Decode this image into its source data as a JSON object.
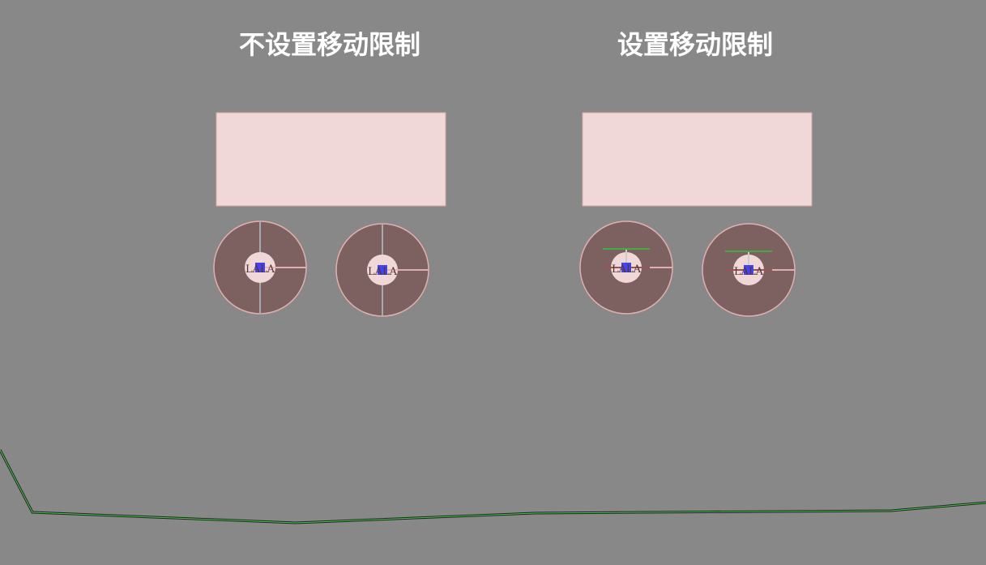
{
  "panels": [
    {
      "title": "不设置移动限制",
      "limited": false
    },
    {
      "title": "设置移动限制",
      "limited": true
    }
  ],
  "wheel_label": "LALA",
  "colors": {
    "background": "#888888",
    "body_fill": "#f0d8d8",
    "wheel_fill": "#7d6060",
    "joint": "#4444ee",
    "limit": "#44aa44",
    "ground": "#44cc44"
  }
}
